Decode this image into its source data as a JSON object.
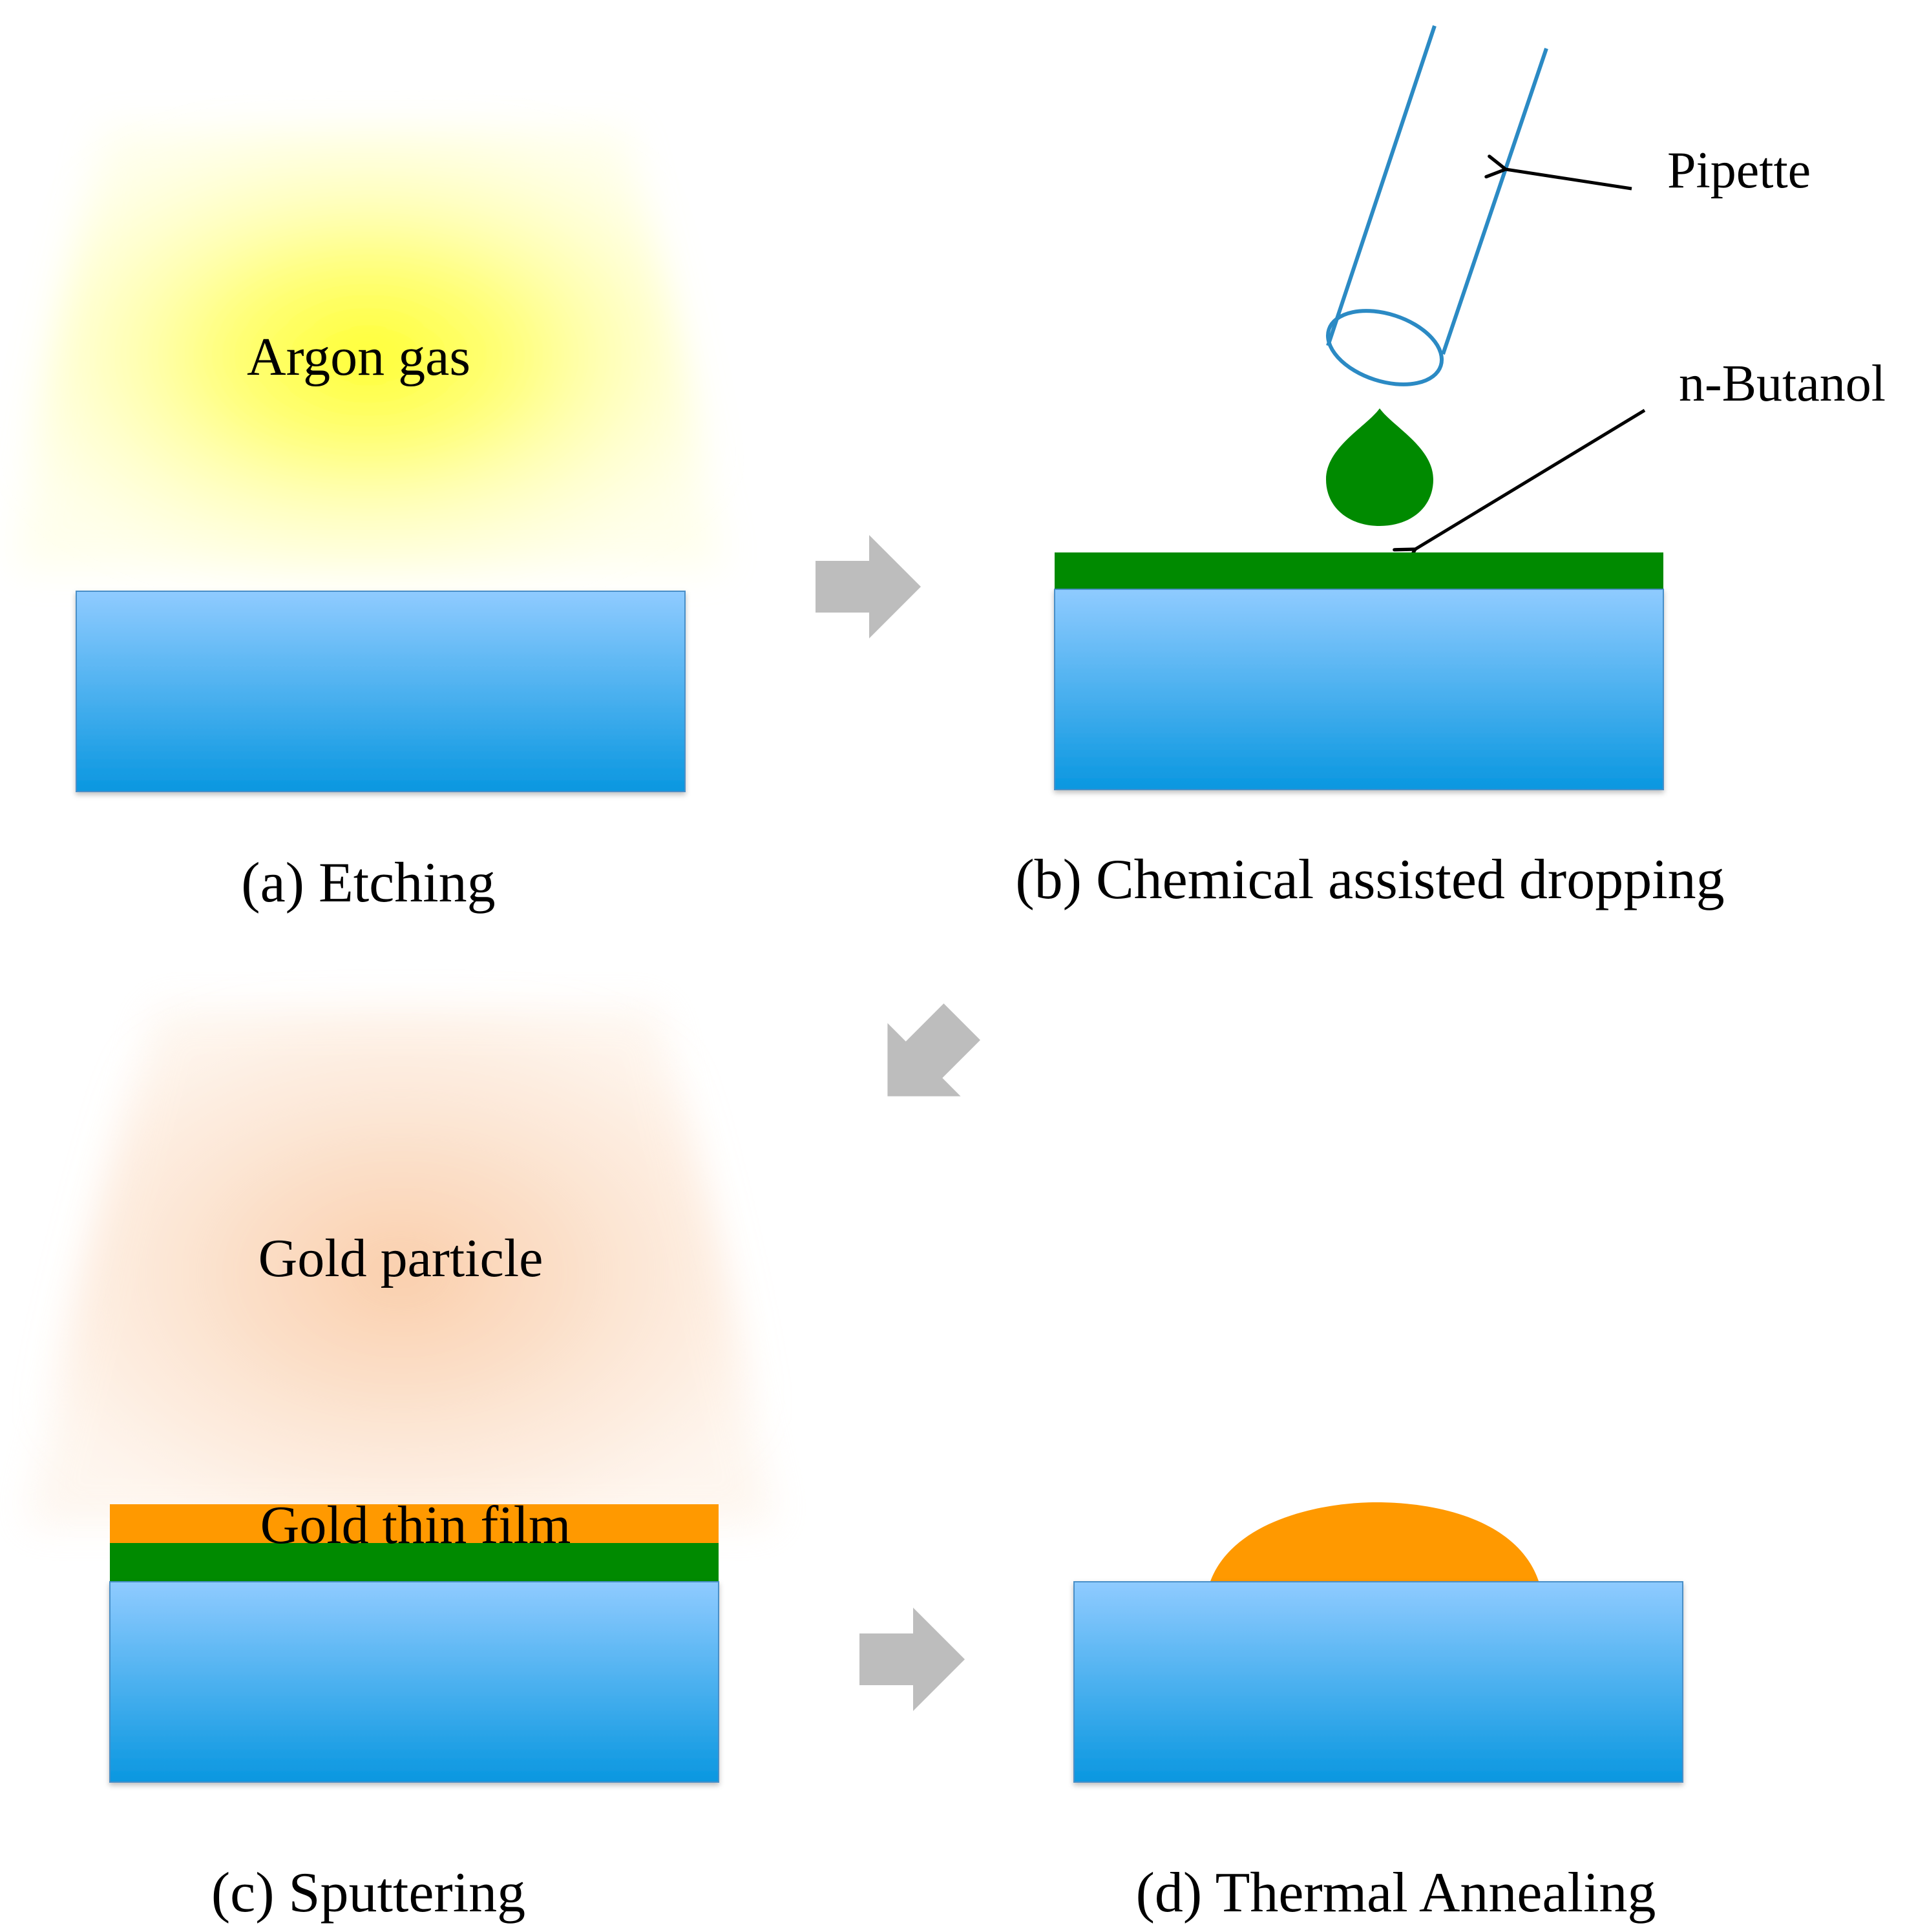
{
  "colors": {
    "substrate_top": "#8fcbff",
    "substrate_bottom": "#0a97e0",
    "substrate_edge": "#4a8fc8",
    "butanol": "#008a00",
    "gold": "#ff9900",
    "argon_glow": "#ffff00",
    "gold_glow": "#f9c49c",
    "arrow_gray": "#bdbdbd",
    "pipette": "#2b8ac4"
  },
  "panels": {
    "a": {
      "caption": "(a) Etching",
      "glow_label": "Argon gas"
    },
    "b": {
      "caption": "(b)  Chemical assisted dropping",
      "pipette_label": "Pipette",
      "butanol_label": "n-Butanol"
    },
    "c": {
      "caption": "(c)  Sputtering",
      "glow_label": "Gold particle",
      "film_label": "Gold thin film"
    },
    "d": {
      "caption": "(d) Thermal Annealing"
    }
  },
  "icons": {
    "step_arrow": "block-arrow-icon"
  }
}
